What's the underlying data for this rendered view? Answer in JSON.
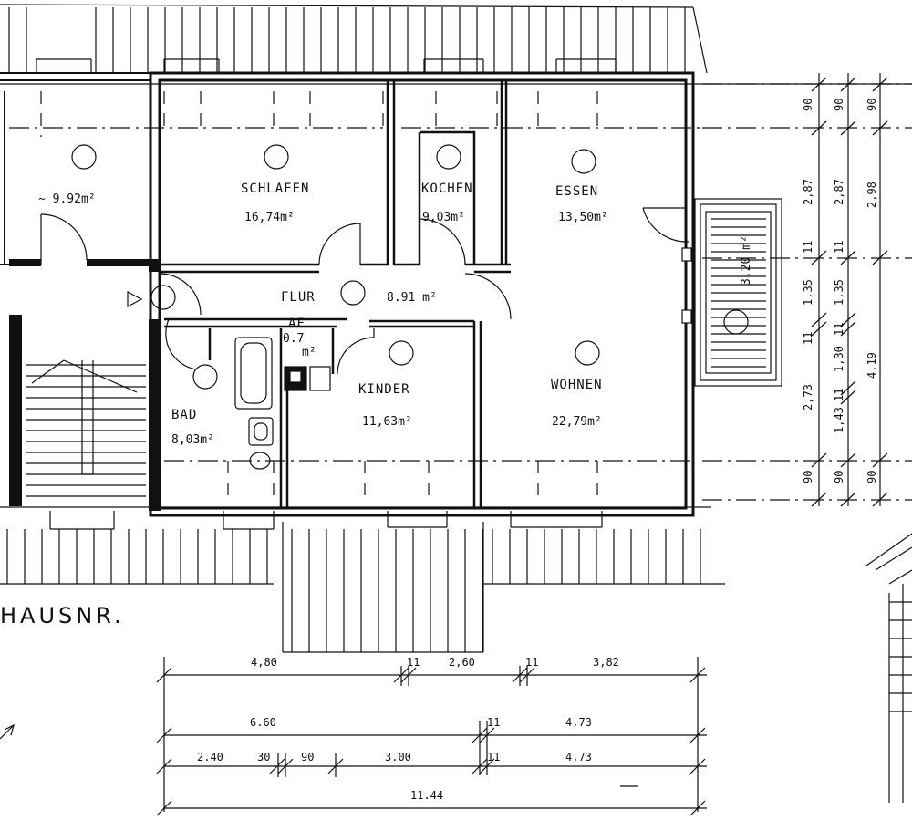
{
  "rooms": {
    "left_room": {
      "area": "~ 9.92m²"
    },
    "schlafen": {
      "name": "SCHLAFEN",
      "area": "16,74m²"
    },
    "kochen": {
      "name": "KOCHEN",
      "area": "9,03m²"
    },
    "essen": {
      "name": "ESSEN",
      "area": "13,50m²"
    },
    "flur": {
      "name": "FLUR",
      "area": "8.91 m²"
    },
    "af": {
      "name": "AF",
      "area": "0.7",
      "unit": "m²"
    },
    "kinder": {
      "name": "KINDER",
      "area": "11,63m²"
    },
    "wohnen": {
      "name": "WOHNEN",
      "area": "22,79m²"
    },
    "bad": {
      "name": "BAD",
      "area": "8,03m²"
    },
    "balcony": {
      "area": "3.20 m²"
    }
  },
  "caption": "HAUSNR.",
  "dims_right": {
    "col1": [
      "90",
      "2,87",
      "11",
      "1,35",
      "11",
      "2,73",
      "90"
    ],
    "col2": [
      "90",
      "2,87",
      "11",
      "1,35",
      "11",
      "1,30",
      "11",
      "1,43",
      "90"
    ],
    "col3": [
      "90",
      "2,98",
      "4,19",
      "90"
    ]
  },
  "dims_bottom": {
    "row1": [
      "4,80",
      "11",
      "2,60",
      "11",
      "3,82"
    ],
    "row2": [
      "6.60",
      "11",
      "4,73"
    ],
    "row3": [
      "2.40",
      "30",
      "90",
      "3.00",
      "11",
      "4,73"
    ],
    "row4": [
      "11.44"
    ]
  }
}
